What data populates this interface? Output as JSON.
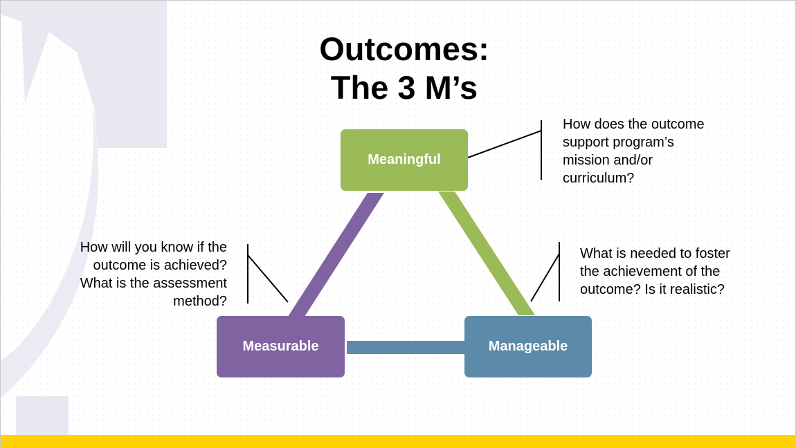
{
  "slide": {
    "title_lines": [
      "Outcomes:",
      "The 3 M’s"
    ],
    "nodes": {
      "meaningful": {
        "label": "Meaningful",
        "color": "#9bbb59",
        "question_lines": [
          "How does the outcome",
          "support program’s",
          "mission and/or",
          "curriculum?"
        ]
      },
      "measurable": {
        "label": "Measurable",
        "color": "#8064a2",
        "question_lines": [
          "How will you know if the",
          "outcome is achieved?",
          "What is the assessment",
          "method?"
        ]
      },
      "manageable": {
        "label": "Manageable",
        "color": "#5d8aa8",
        "question_lines": [
          "What is needed to foster",
          "the achievement of the",
          "outcome? Is it realistic?"
        ]
      }
    },
    "colors": {
      "footer_bar": "#ffd200",
      "watermark": "#e9e8f1"
    }
  }
}
